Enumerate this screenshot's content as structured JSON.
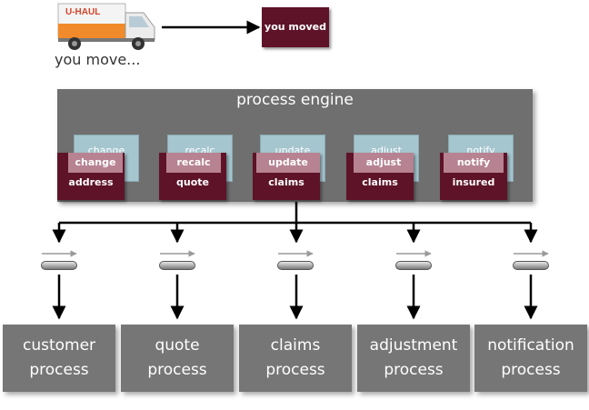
{
  "trigger": {
    "truck_brand": "U-HAUL",
    "caption": "you move...",
    "event_label": "you moved"
  },
  "engine": {
    "title": "process engine",
    "steps": [
      {
        "line1": "change",
        "line2": "address"
      },
      {
        "line1": "recalc",
        "line2": "quote"
      },
      {
        "line1": "update",
        "line2": "claims"
      },
      {
        "line1": "adjust",
        "line2": "claims"
      },
      {
        "line1": "notify",
        "line2": "insured"
      }
    ]
  },
  "processes": [
    {
      "line1": "customer",
      "line2": "process"
    },
    {
      "line1": "quote",
      "line2": "process"
    },
    {
      "line1": "claims",
      "line2": "process"
    },
    {
      "line1": "adjustment",
      "line2": "process"
    },
    {
      "line1": "notification",
      "line2": "process"
    }
  ],
  "colors": {
    "event_fill": "#5e1328",
    "engine_fill": "#6f6f6f",
    "step_back_fill": "#a6c6cf",
    "process_fill": "#767676"
  }
}
